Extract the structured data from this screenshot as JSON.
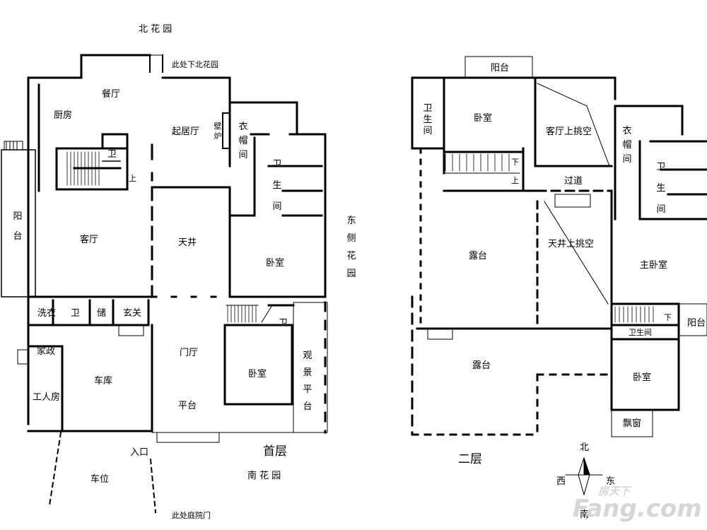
{
  "floor1": {
    "title": "首层",
    "north_garden": "北 花 园",
    "north_garden_below": "此处下北花园",
    "east_garden": "东侧花园",
    "south_garden": "南 花 园",
    "courtyard_gate": "此处庭院门",
    "entrance": "入口",
    "parking": "车位",
    "rooms": {
      "dining": "餐厅",
      "kitchen": "厨房",
      "living_room": "起居厅",
      "fireplace": "壁炉",
      "cloakroom": "衣帽间",
      "stair_bath": "卫",
      "up": "上",
      "balcony": "阳台",
      "hall": "客厅",
      "atrium": "天井",
      "bath": "卫生间",
      "bedroom": "卧室",
      "laundry": "洗衣",
      "small_bath": "卫",
      "storage": "储",
      "foyer": "玄关",
      "lobby": "门厅",
      "platform": "平台",
      "housekeeping": "家政",
      "garage": "车库",
      "servant_room": "工人房",
      "bedroom2": "卧室",
      "bedroom2_bath": "卫",
      "viewing_deck": "观景平台"
    }
  },
  "floor2": {
    "title": "二层",
    "rooms": {
      "balcony_top": "阳台",
      "bath_left": "卫生间",
      "bedroom": "卧室",
      "living_void": "客厅上挑空",
      "cloakroom": "衣帽间",
      "bath_right": "卫生间",
      "down": "下",
      "up": "上",
      "corridor": "过道",
      "terrace1": "露台",
      "atrium_void": "天井上挑空",
      "master_bedroom": "主卧室",
      "down2": "下",
      "balcony_right": "阳台",
      "bath_small": "卫生间",
      "terrace2": "露台",
      "bedroom2": "卧室",
      "bay_window": "飘窗"
    }
  },
  "compass": {
    "north": "北",
    "south": "南",
    "east": "东",
    "west": "西"
  },
  "watermark": {
    "top": "房天下",
    "main": "Fang.com"
  }
}
